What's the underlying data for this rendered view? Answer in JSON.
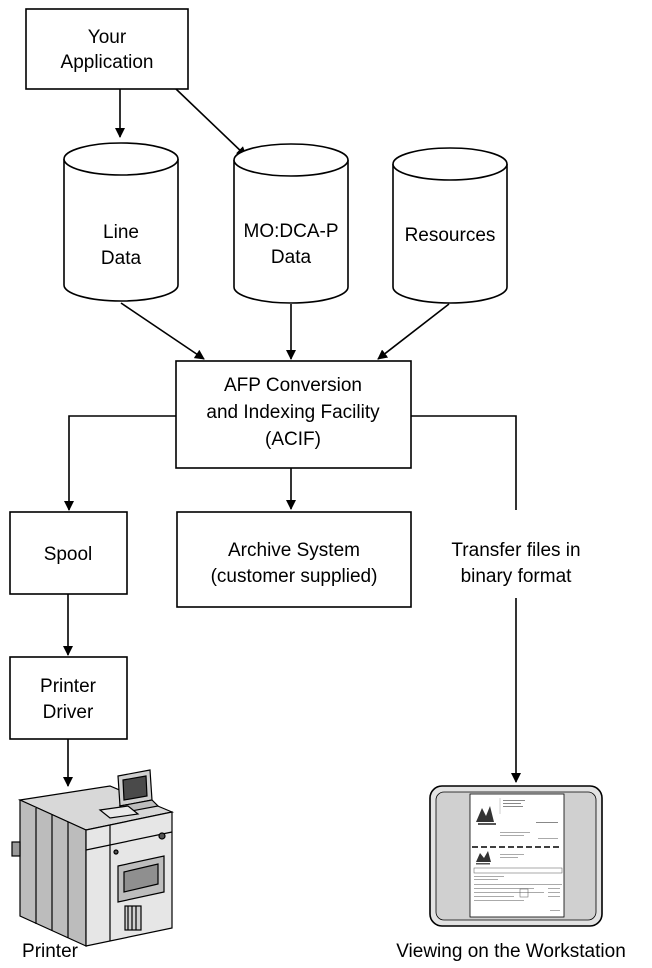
{
  "nodes": {
    "application": [
      "Your",
      "Application"
    ],
    "line_data": [
      "Line",
      "Data"
    ],
    "modca_data": [
      "MO:DCA-P",
      "Data"
    ],
    "resources": [
      "Resources"
    ],
    "acif": [
      "AFP Conversion",
      "and Indexing Facility",
      "(ACIF)"
    ],
    "spool": [
      "Spool"
    ],
    "archive": [
      "Archive System",
      "(customer supplied)"
    ],
    "transfer": [
      "Transfer files in",
      "binary format"
    ],
    "printer_driver": [
      "Printer",
      "Driver"
    ],
    "printer": "Printer",
    "workstation": "Viewing on the Workstation"
  }
}
